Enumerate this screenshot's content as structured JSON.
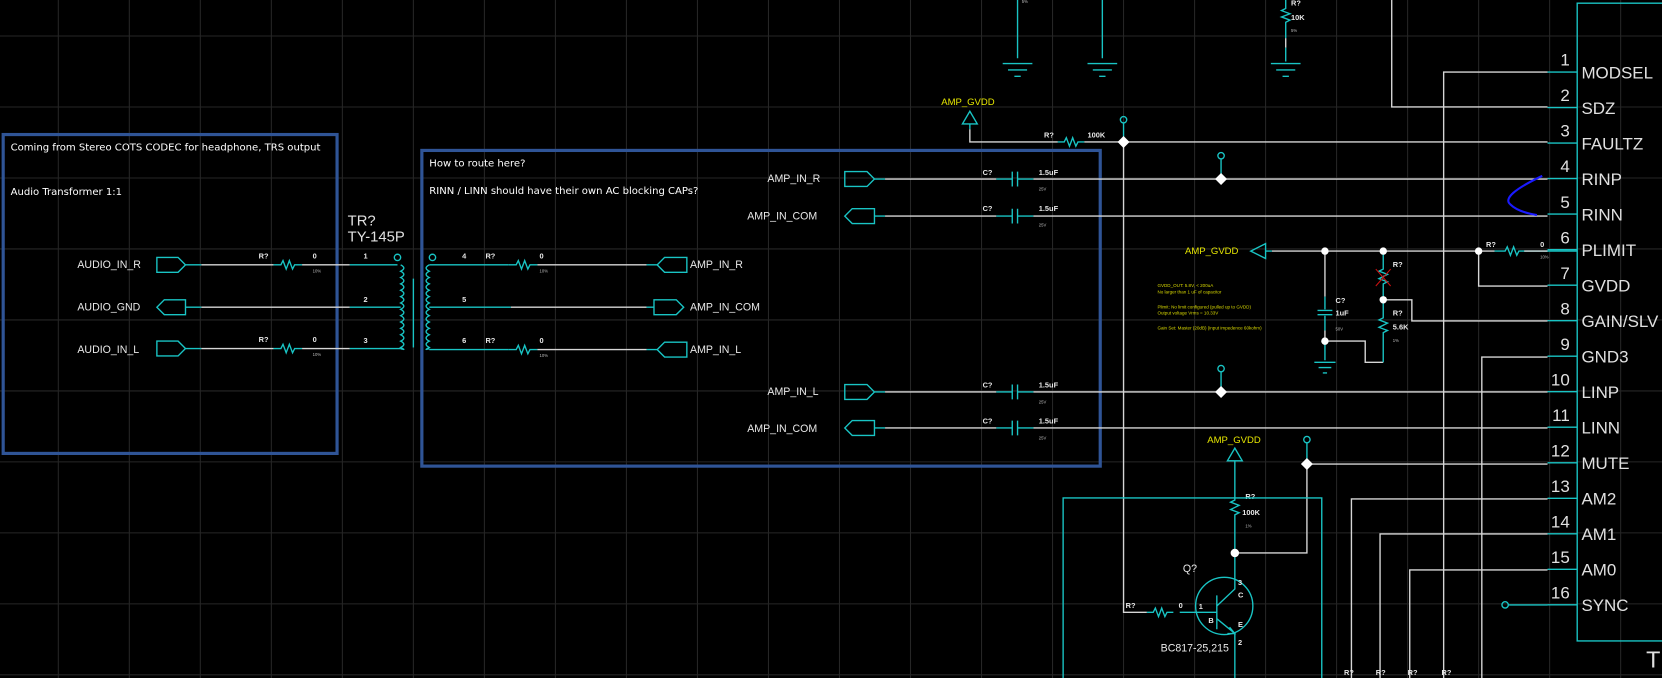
{
  "colors": {
    "background": "#000000",
    "wire": "#d6d6d6",
    "component": "#19c4c4",
    "net_power": "#e6e600",
    "note_box": "#2f5496",
    "annotation_stroke": "#1a1aff"
  },
  "notes": {
    "box1_line1": "Coming from Stereo COTS CODEC for headphone, TRS output",
    "box1_line2": "Audio Transformer 1:1",
    "box2_line1": "How to route here?",
    "box2_line2": "RINN / LINN should have their own AC blocking CAPs?"
  },
  "transformer": {
    "ref": "TR?",
    "part": "TY-145P",
    "pins": [
      "1",
      "2",
      "3",
      "4",
      "5",
      "6"
    ]
  },
  "ports": {
    "audio_in_r": "AUDIO_IN_R",
    "audio_gnd": "AUDIO_GND",
    "audio_in_l": "AUDIO_IN_L",
    "amp_in_r": "AMP_IN_R",
    "amp_in_com": "AMP_IN_COM",
    "amp_in_l": "AMP_IN_L"
  },
  "resistor": {
    "ref": "R?",
    "zero": "0",
    "tol10": "10%",
    "r100k": "100K",
    "r10k": "10K",
    "r56k": "5.6K",
    "tol1": "1%",
    "tol5": "5%"
  },
  "capacitor": {
    "ref": "C?",
    "c15": "1.5uF",
    "v25": "25V",
    "c1": "1uF",
    "v50": "50V"
  },
  "power": {
    "amp_gvdd": "AMP_GVDD"
  },
  "gvdd_notes": [
    "GVDD_OUT: 5.8V, < 200uA",
    "No larger than 1 uF of capacitor",
    "Plimit: No limit configured (pulled up to GVDD)",
    "Output voltage Vrms = 10.33V",
    "Gain Set: Master (20dB) (input impedence 60kohm)"
  ],
  "transistor": {
    "ref": "Q?",
    "part": "BC817-25,215",
    "pin_b": "B",
    "pin_c": "C",
    "pin_e": "E",
    "pin1": "1",
    "pin2": "2",
    "pin3": "3"
  },
  "ic": {
    "ref_partial": "T",
    "pins": [
      {
        "num": "1",
        "name": "MODSEL"
      },
      {
        "num": "2",
        "name": "SDZ"
      },
      {
        "num": "3",
        "name": "FAULTZ"
      },
      {
        "num": "4",
        "name": "RINP"
      },
      {
        "num": "5",
        "name": "RINN"
      },
      {
        "num": "6",
        "name": "PLIMIT"
      },
      {
        "num": "7",
        "name": "GVDD"
      },
      {
        "num": "8",
        "name": "GAIN/SLV"
      },
      {
        "num": "9",
        "name": "GND3"
      },
      {
        "num": "10",
        "name": "LINP"
      },
      {
        "num": "11",
        "name": "LINN"
      },
      {
        "num": "12",
        "name": "MUTE"
      },
      {
        "num": "13",
        "name": "AM2"
      },
      {
        "num": "14",
        "name": "AM1"
      },
      {
        "num": "15",
        "name": "AM0"
      },
      {
        "num": "16",
        "name": "SYNC"
      }
    ]
  }
}
